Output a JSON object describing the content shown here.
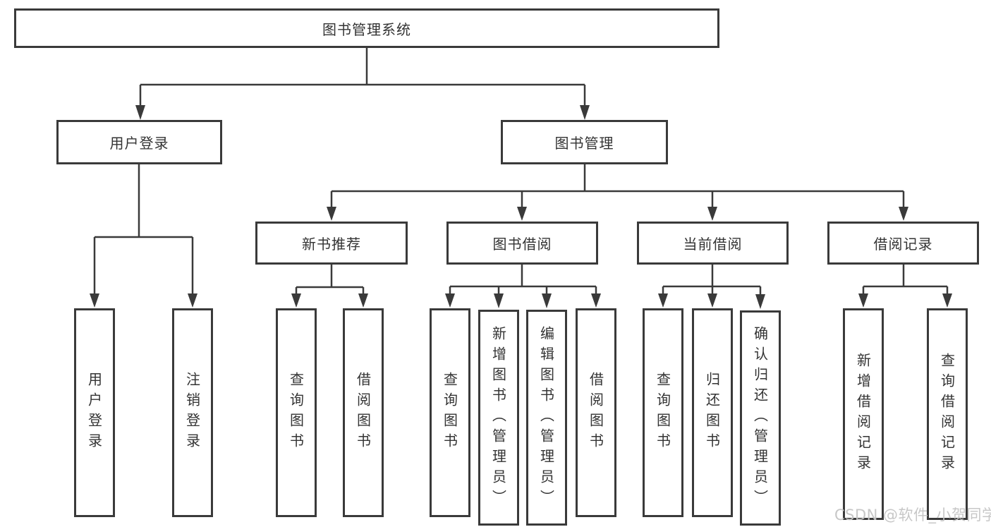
{
  "tree": {
    "label": "图书管理系统",
    "children": [
      {
        "label": "用户登录",
        "children": [
          {
            "label": "用户登录"
          },
          {
            "label": "注销登录"
          }
        ]
      },
      {
        "label": "图书管理",
        "children": [
          {
            "label": "新书推荐",
            "children": [
              {
                "label": "查询图书"
              },
              {
                "label": "借阅图书"
              }
            ]
          },
          {
            "label": "图书借阅",
            "children": [
              {
                "label": "查询图书"
              },
              {
                "label": "新增图书（管理员）"
              },
              {
                "label": "编辑图书（管理员）"
              },
              {
                "label": "借阅图书"
              }
            ]
          },
          {
            "label": "当前借阅",
            "children": [
              {
                "label": "查询图书"
              },
              {
                "label": "归还图书"
              },
              {
                "label": "确认归还（管理员）"
              }
            ]
          },
          {
            "label": "借阅记录",
            "children": [
              {
                "label": "新增借阅记录"
              },
              {
                "label": "查询借阅记录"
              }
            ]
          }
        ]
      }
    ]
  },
  "watermark": {
    "text": "CSDN @软件_小贺同学"
  },
  "colors": {
    "line": "#3a3a3a",
    "border": "#3a3a3a",
    "text": "#333333",
    "watermark": "#c5c5c5",
    "background": "#ffffff"
  }
}
